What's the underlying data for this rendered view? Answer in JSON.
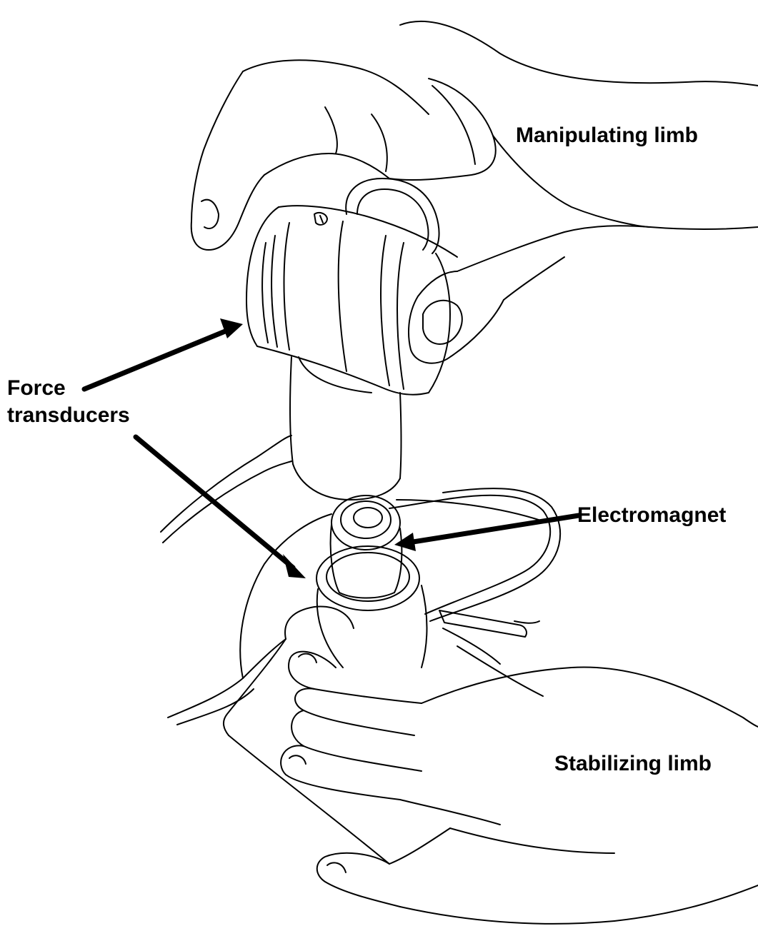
{
  "labels": {
    "manipulating_limb": "Manipulating limb",
    "force_transducers_line1": "Force",
    "force_transducers_line2": "transducers",
    "electromagnet": "Electromagnet",
    "stabilizing_limb": "Stabilizing limb"
  },
  "colors": {
    "ink": "#000000",
    "background": "#ffffff"
  }
}
